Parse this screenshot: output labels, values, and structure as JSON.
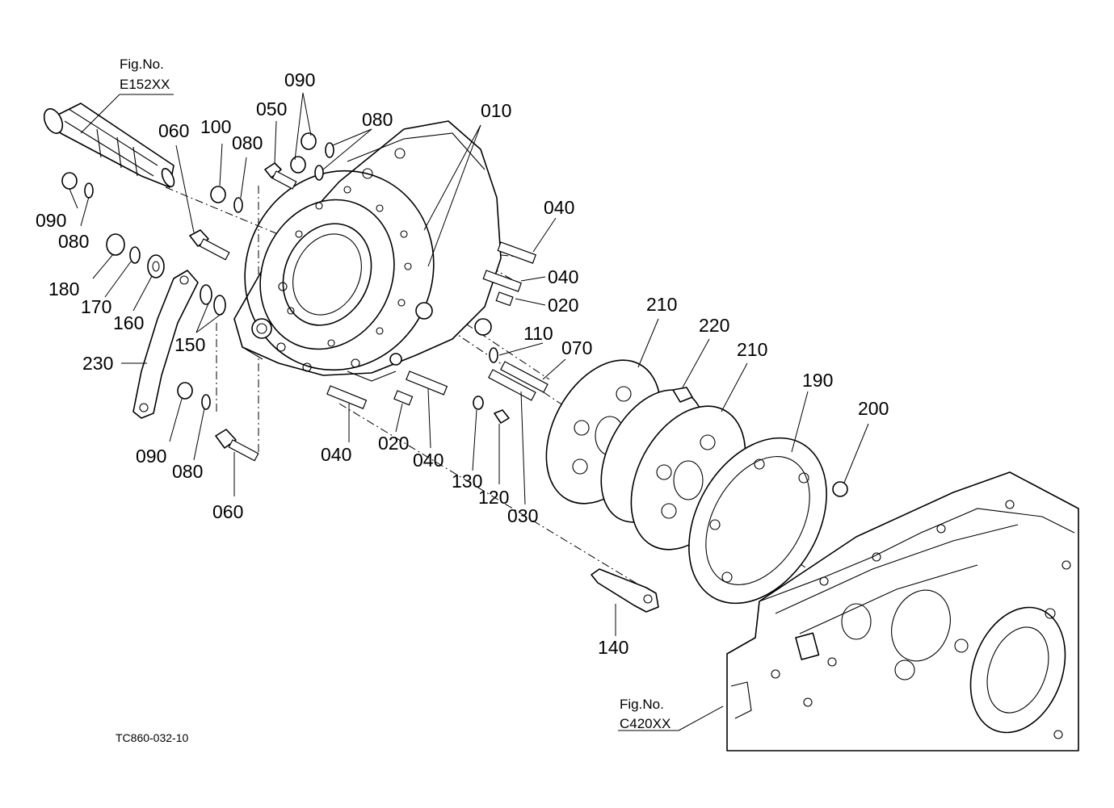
{
  "figure_code": "TC860-032-10",
  "fig_refs": [
    {
      "caption": "Fig.No.",
      "code": "E152XX"
    },
    {
      "caption": "Fig.No.",
      "code": "C420XX"
    }
  ],
  "callouts": {
    "c010": "010",
    "c020a": "020",
    "c020b": "020",
    "c030": "030",
    "c040a": "040",
    "c040b": "040",
    "c040c": "040",
    "c040d": "040",
    "c050": "050",
    "c060a": "060",
    "c060b": "060",
    "c070": "070",
    "c080a": "080",
    "c080b": "080",
    "c080c": "080",
    "c080d": "080",
    "c090a": "090",
    "c090b": "090",
    "c090c": "090",
    "c100": "100",
    "c110": "110",
    "c120": "120",
    "c130": "130",
    "c140": "140",
    "c150": "150",
    "c160": "160",
    "c170": "170",
    "c180": "180",
    "c190": "190",
    "c200": "200",
    "c210a": "210",
    "c210b": "210",
    "c220": "220",
    "c230": "230"
  }
}
